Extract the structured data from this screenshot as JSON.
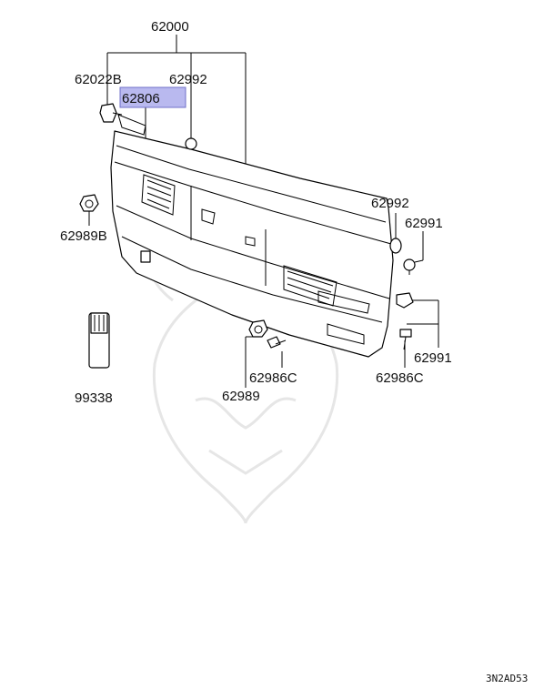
{
  "diagram": {
    "labels": {
      "assembly": "62000",
      "clip_left": "62022B",
      "highlighted": "62806",
      "nut_top": "62992",
      "nut_left": "62989B",
      "nut_right": "62992",
      "bolt_right_top": "62991",
      "bolt_right_bottom": "62991",
      "nut_bottom": "62989",
      "screw_center": "62986C",
      "screw_right": "62986C",
      "touchup_paint": "99338"
    },
    "code": "3N2AD53",
    "colors": {
      "highlight_fill": "#b9b9ef",
      "highlight_stroke": "#7070c8",
      "line": "#000000",
      "watermark": "#e6e6e6"
    }
  }
}
